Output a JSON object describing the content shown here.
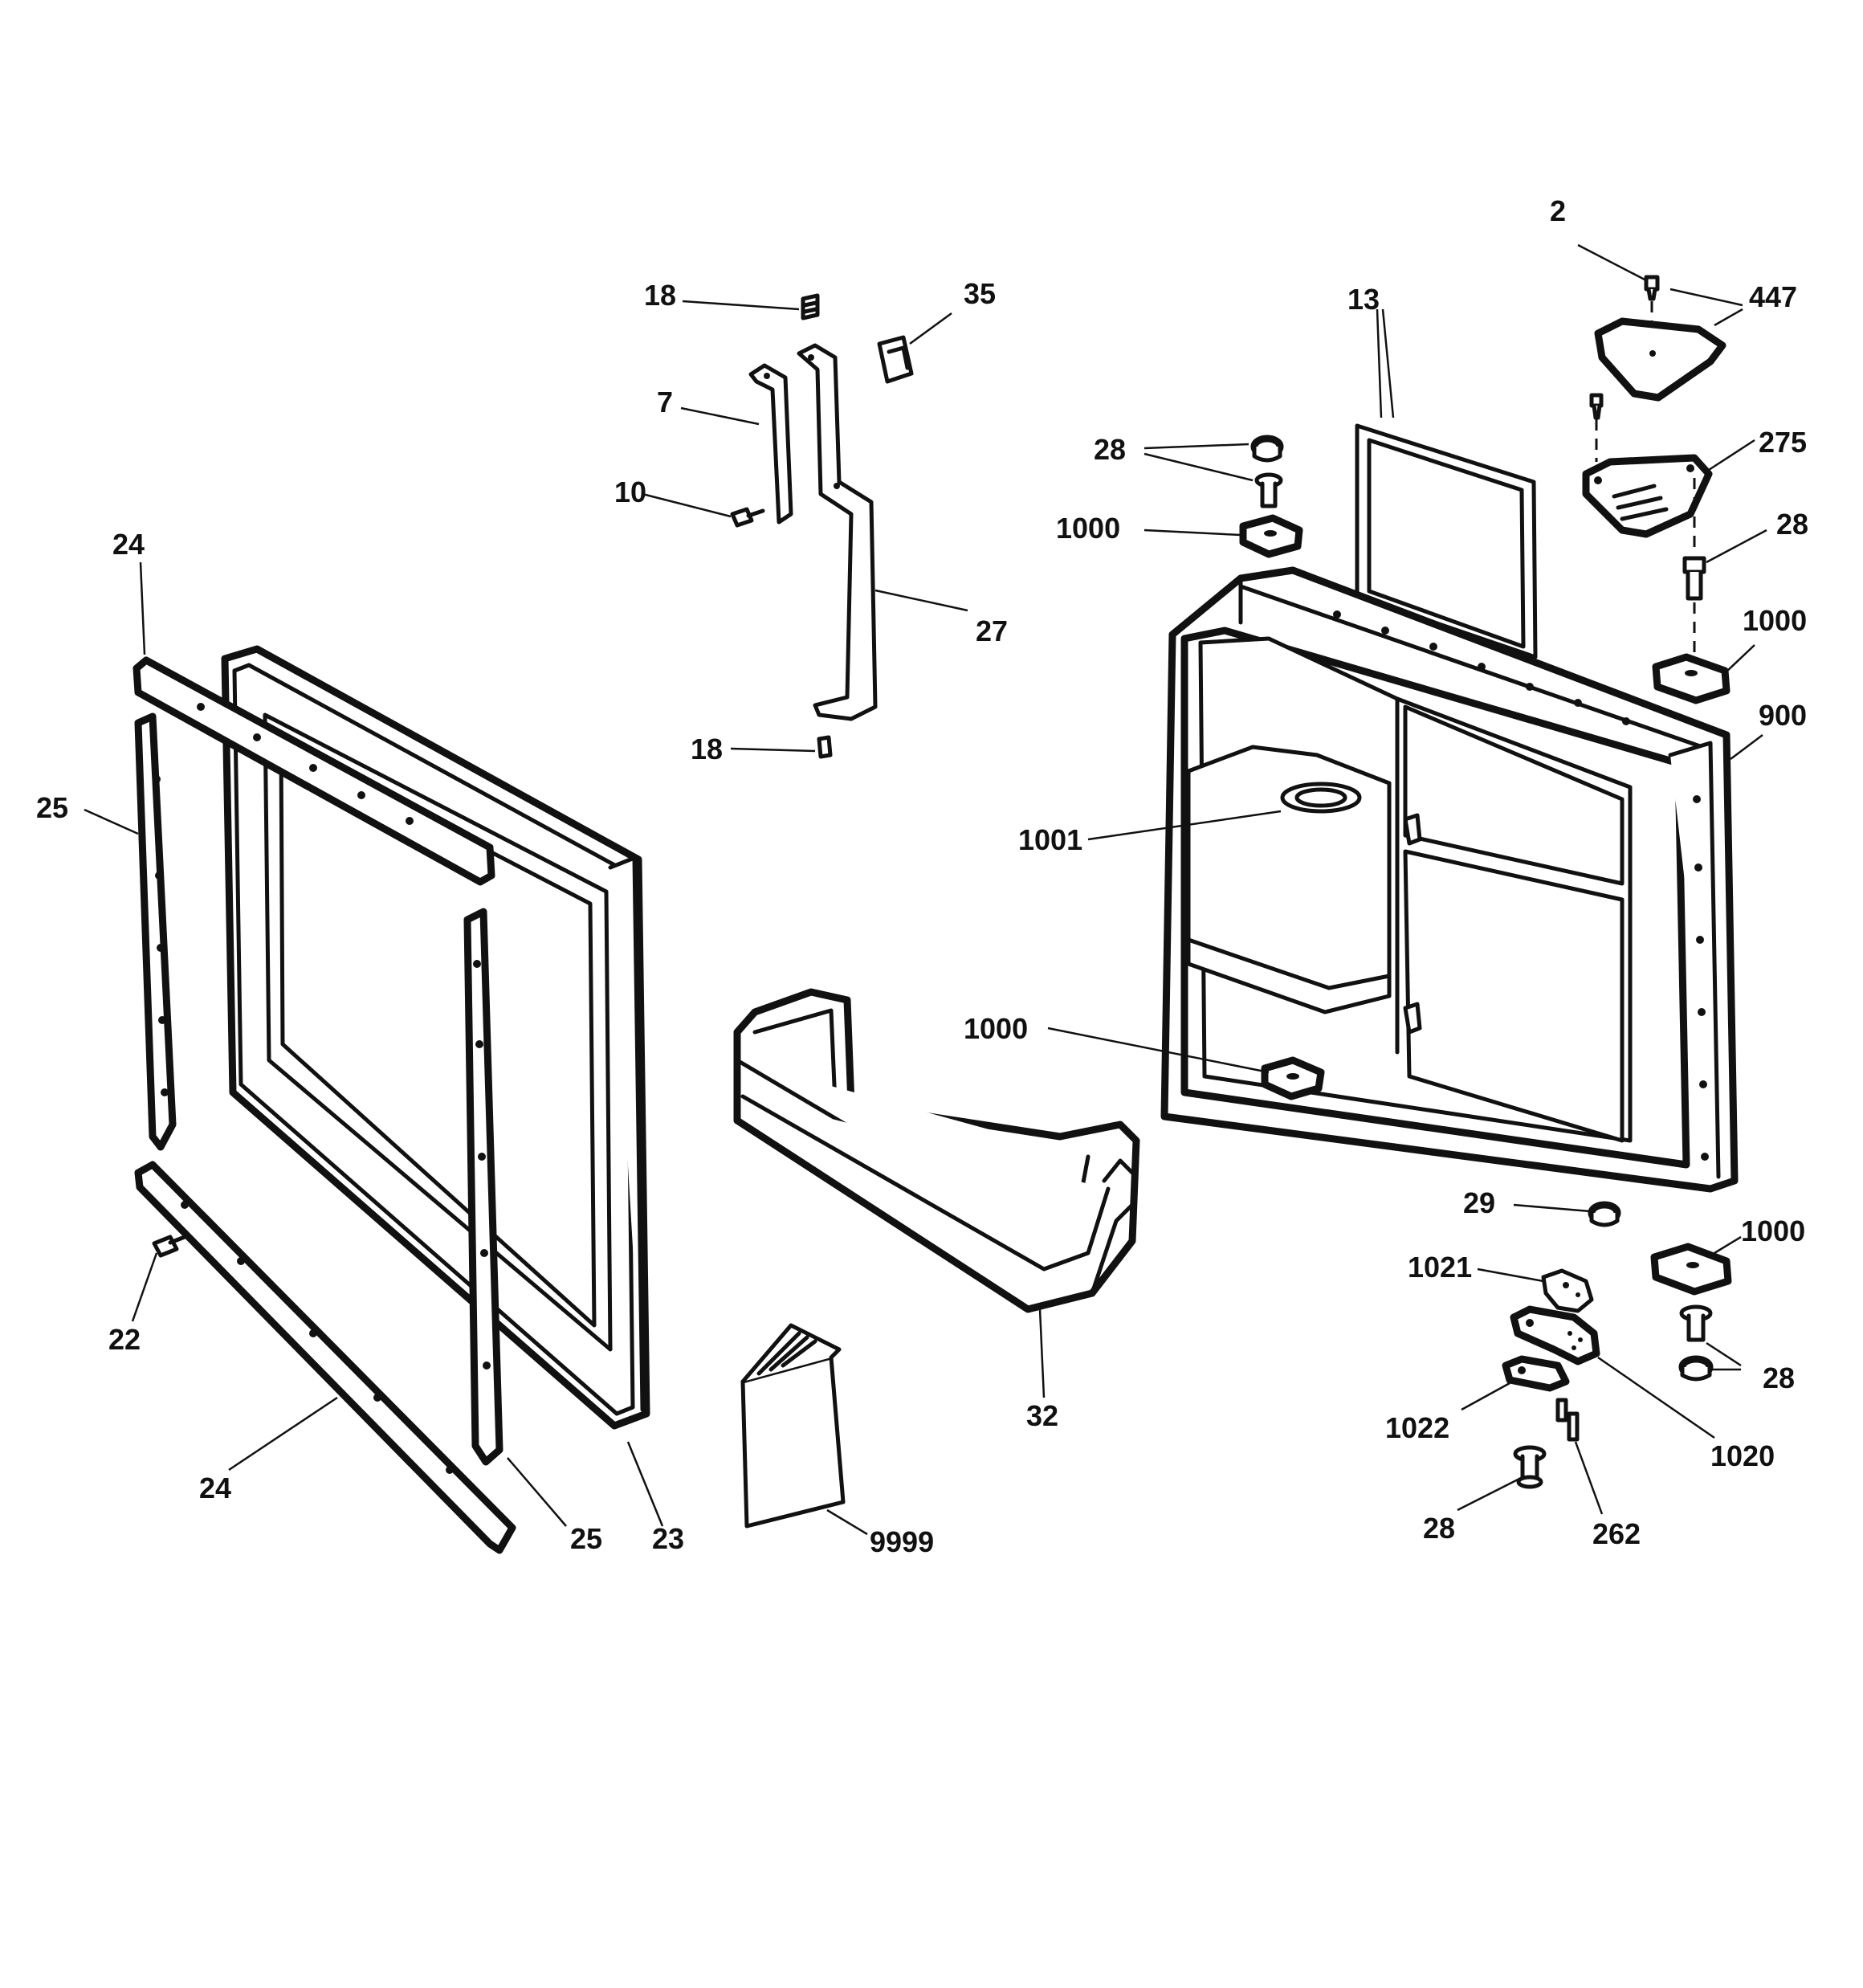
{
  "callouts": {
    "c2": "2",
    "c447": "447",
    "c18a": "18",
    "c35": "35",
    "c13": "13",
    "c7": "7",
    "c28a": "28",
    "c275": "275",
    "c10": "10",
    "c1000a": "1000",
    "c28b": "28",
    "c24a": "24",
    "c27": "27",
    "c1000b": "1000",
    "c18b": "18",
    "c900": "900",
    "c25a": "25",
    "c1001": "1001",
    "c1000c": "1000",
    "c29": "29",
    "c1000d": "1000",
    "c1021": "1021",
    "c22": "22",
    "c28c": "28",
    "c32": "32",
    "c1022": "1022",
    "c1020": "1020",
    "c24b": "24",
    "c28d": "28",
    "c262": "262",
    "c25b": "25",
    "c23": "23",
    "c9999": "9999"
  }
}
